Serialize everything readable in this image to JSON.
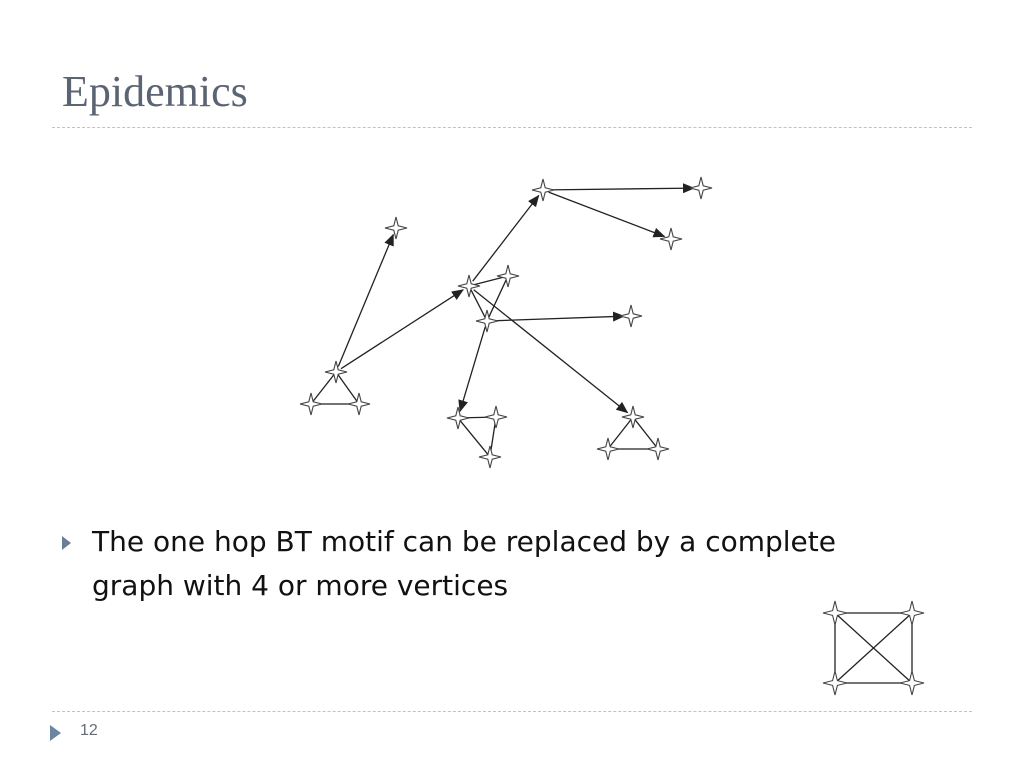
{
  "slide": {
    "title": "Epidemics",
    "bullet": "The one hop BT motif can be replaced by a complete graph with 4 or more vertices",
    "page_number": "12"
  },
  "colors": {
    "title": "#5b6473",
    "rule": "#b9c4cf",
    "bullet_marker": "#6b7f93",
    "edge": "#222222",
    "node_fill": "#ffffff",
    "node_stroke": "#444444"
  },
  "graph": {
    "nodes": [
      "n1",
      "n2",
      "n3",
      "n4",
      "n5",
      "n6",
      "n7",
      "n8",
      "n9",
      "n10",
      "n11",
      "n12",
      "n13",
      "n14",
      "n15",
      "n16",
      "n17",
      "n18",
      "n19",
      "n20"
    ],
    "edges": [
      {
        "from": "n8",
        "to": "n1",
        "directed": true
      },
      {
        "from": "n8",
        "to": "n4",
        "directed": true
      },
      {
        "from": "n4",
        "to": "n2",
        "directed": true
      },
      {
        "from": "n2",
        "to": "n3",
        "directed": true
      },
      {
        "from": "n2",
        "to": "n11",
        "directed": true
      },
      {
        "from": "n4",
        "to": "n12",
        "directed": true
      },
      {
        "from": "n6",
        "to": "n13",
        "directed": true
      },
      {
        "from": "n6",
        "to": "n14",
        "directed": true
      },
      {
        "from": "n4",
        "to": "n5",
        "directed": false
      },
      {
        "from": "n5",
        "to": "n6",
        "directed": false
      },
      {
        "from": "n6",
        "to": "n4",
        "directed": false
      },
      {
        "from": "n8",
        "to": "n9",
        "directed": false
      },
      {
        "from": "n9",
        "to": "n10",
        "directed": false
      },
      {
        "from": "n10",
        "to": "n8",
        "directed": false
      },
      {
        "from": "n12",
        "to": "n15",
        "directed": false
      },
      {
        "from": "n15",
        "to": "n16",
        "directed": false
      },
      {
        "from": "n16",
        "to": "n12",
        "directed": false
      },
      {
        "from": "n14",
        "to": "n17",
        "directed": false
      },
      {
        "from": "n17",
        "to": "n18",
        "directed": false
      },
      {
        "from": "n18",
        "to": "n14",
        "directed": false
      }
    ]
  },
  "complete_graph": {
    "nodes": [
      "k1",
      "k2",
      "k3",
      "k4"
    ],
    "edges": [
      {
        "from": "k1",
        "to": "k2"
      },
      {
        "from": "k2",
        "to": "k4"
      },
      {
        "from": "k4",
        "to": "k3"
      },
      {
        "from": "k3",
        "to": "k1"
      },
      {
        "from": "k1",
        "to": "k4"
      },
      {
        "from": "k2",
        "to": "k3"
      }
    ]
  }
}
